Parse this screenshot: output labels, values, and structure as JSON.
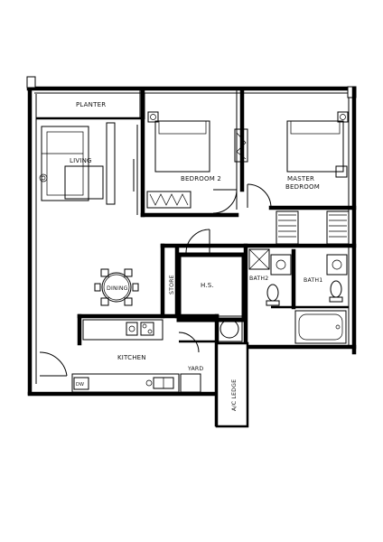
{
  "floorplan": {
    "rooms": {
      "planter": "PLANTER",
      "living": "LIVING",
      "bedroom2": "BEDROOM 2",
      "master_bedroom_line1": "MASTER",
      "master_bedroom_line2": "BEDROOM",
      "dining": "DINING",
      "store": "STORE",
      "household_shelter": "H.S.",
      "bath2": "BATH2",
      "bath1": "BATH1",
      "kitchen": "KITCHEN",
      "yard": "YARD",
      "ac_ledge": "A/C LEDGE"
    },
    "appliance_labels": {
      "dishwasher": "DW"
    }
  }
}
